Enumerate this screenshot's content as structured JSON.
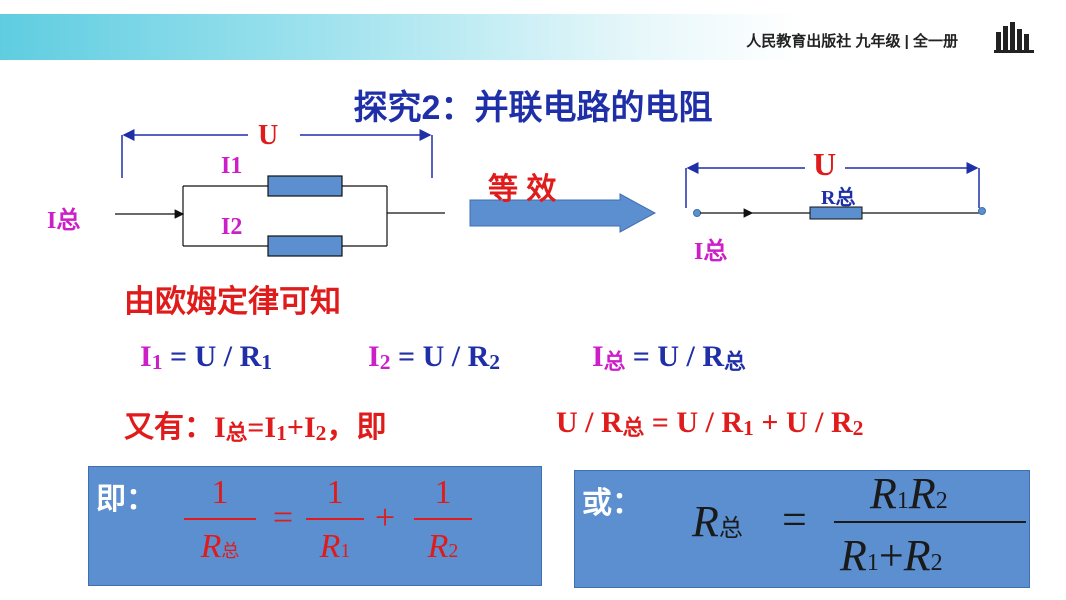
{
  "header": {
    "publisher": "人民教育出版社 九年级 | 全一册"
  },
  "title": "探究2：并联电路的电阻",
  "circuit_left": {
    "voltage": "U",
    "current_total": "I总",
    "branch1": "I1",
    "branch2": "I2"
  },
  "arrow_label": "等 效",
  "circuit_right": {
    "voltage": "U",
    "resistor": "R总",
    "current_total": "I总"
  },
  "ohm_heading": "由欧姆定律可知",
  "eq1": {
    "lhs": "I",
    "lsub": "1",
    "mid": " = U / R",
    "rsub": "1"
  },
  "eq2": {
    "lhs": "I",
    "lsub": "2",
    "mid": " = U / R",
    "rsub": "2"
  },
  "eq3": {
    "lhs": "I",
    "lsub": "总",
    "mid": " = U / R",
    "rsub": "总"
  },
  "also_prefix": "又有：",
  "also_eq": {
    "a": "I",
    "asub": "总",
    "b": "=I",
    "bsub": "1",
    "c": "+I",
    "csub": "2"
  },
  "also_suffix": "，即",
  "eq4": {
    "a": "U / R",
    "asub": "总",
    "b": " = U / R",
    "bsub": "1",
    "c": " + U / R",
    "csub": "2"
  },
  "box1": {
    "label": "即：",
    "one1": "1",
    "den1": "R",
    "den1sub": "总",
    "eqsign": "=",
    "one2": "1",
    "den2": "R",
    "den2sub": "1",
    "plus": "+",
    "one3": "1",
    "den3": "R",
    "den3sub": "2"
  },
  "box2": {
    "label": "或：",
    "lhs": "R",
    "lhssub": "总",
    "eqsign": "=",
    "num_a": "R",
    "num_asub": "1",
    "num_b": "R",
    "num_bsub": "2",
    "den_a": "R",
    "den_asub": "1",
    "den_plus": "+",
    "den_b": "R",
    "den_bsub": "2"
  }
}
